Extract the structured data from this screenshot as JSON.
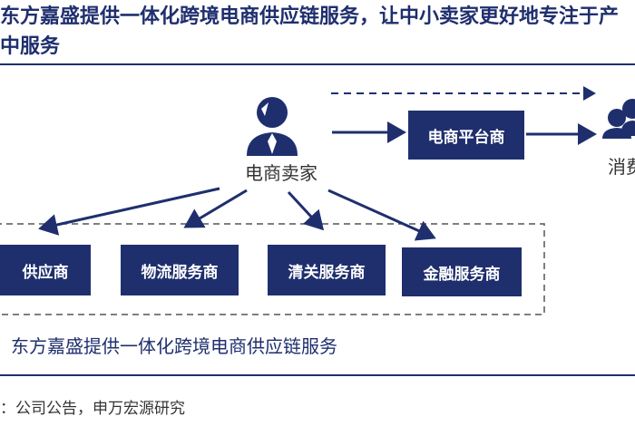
{
  "title": {
    "line1": "东方嘉盛提供一体化跨境电商供应链服务，让中小卖家更好地专注于产",
    "line2": "中服务"
  },
  "nodes": {
    "seller": "电商卖家",
    "platform": "电商平台商",
    "consumer": "消费",
    "supplier": "供应商",
    "logistics": "物流服务商",
    "customs": "清关服务商",
    "finance": "金融服务商"
  },
  "caption": "东方嘉盛提供一体化跨境电商供应链服务",
  "source": "：公司公告，申万宏源研究",
  "colors": {
    "navy": "#1f2f6e",
    "text": "#333333"
  },
  "icons": [
    "seller-person-icon",
    "consumers-group-icon"
  ]
}
